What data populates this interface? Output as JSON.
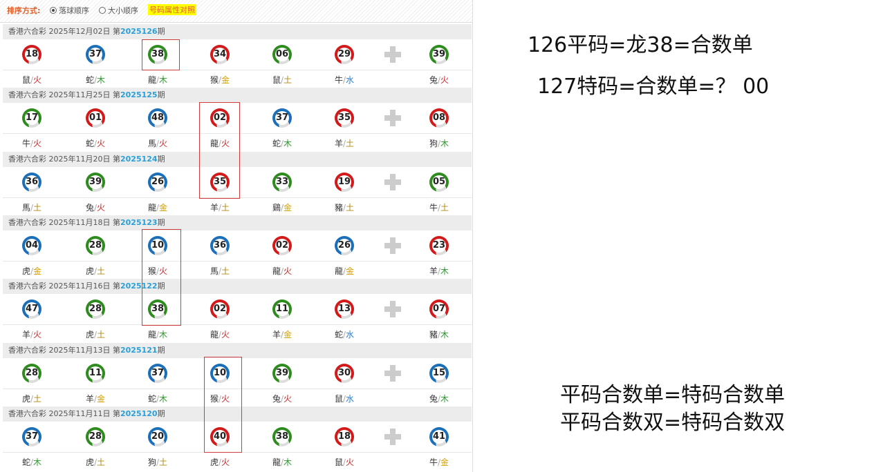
{
  "sortbar": {
    "label": "排序方式:",
    "opt1": "落球顺序",
    "opt2": "大小顺序",
    "attr_link": "号码属性对照"
  },
  "colors": {
    "火": "#d02020",
    "木": "#2e9a2e",
    "金": "#d4a000",
    "土": "#b08a10",
    "水": "#2a7fd0"
  },
  "draws": [
    {
      "prefix": "香港六合彩 2025年12月02日 第",
      "issue": "2025126",
      "suffix": "期",
      "balls": [
        [
          "18",
          "red",
          "鼠",
          "火"
        ],
        [
          "37",
          "blue",
          "蛇",
          "木"
        ],
        [
          "38",
          "green",
          "龍",
          "木"
        ],
        [
          "34",
          "red",
          "猴",
          "金"
        ],
        [
          "06",
          "green",
          "鼠",
          "土"
        ],
        [
          "29",
          "red",
          "牛",
          "水"
        ],
        [
          "39",
          "green",
          "兔",
          "火"
        ]
      ]
    },
    {
      "prefix": "香港六合彩 2025年11月25日 第",
      "issue": "2025125",
      "suffix": "期",
      "balls": [
        [
          "17",
          "green",
          "牛",
          "火"
        ],
        [
          "01",
          "red",
          "蛇",
          "火"
        ],
        [
          "48",
          "blue",
          "馬",
          "火"
        ],
        [
          "02",
          "red",
          "龍",
          "火"
        ],
        [
          "37",
          "blue",
          "蛇",
          "木"
        ],
        [
          "35",
          "red",
          "羊",
          "土"
        ],
        [
          "08",
          "red",
          "狗",
          "木"
        ]
      ]
    },
    {
      "prefix": "香港六合彩 2025年11月20日 第",
      "issue": "2025124",
      "suffix": "期",
      "balls": [
        [
          "36",
          "blue",
          "馬",
          "土"
        ],
        [
          "39",
          "green",
          "兔",
          "火"
        ],
        [
          "26",
          "blue",
          "龍",
          "金"
        ],
        [
          "35",
          "red",
          "羊",
          "土"
        ],
        [
          "33",
          "green",
          "鷄",
          "金"
        ],
        [
          "19",
          "red",
          "豬",
          "土"
        ],
        [
          "05",
          "green",
          "牛",
          "土"
        ]
      ]
    },
    {
      "prefix": "香港六合彩 2025年11月18日 第",
      "issue": "2025123",
      "suffix": "期",
      "balls": [
        [
          "04",
          "blue",
          "虎",
          "金"
        ],
        [
          "28",
          "green",
          "虎",
          "土"
        ],
        [
          "10",
          "blue",
          "猴",
          "火"
        ],
        [
          "36",
          "blue",
          "馬",
          "土"
        ],
        [
          "02",
          "red",
          "龍",
          "火"
        ],
        [
          "26",
          "blue",
          "龍",
          "金"
        ],
        [
          "23",
          "red",
          "羊",
          "木"
        ]
      ]
    },
    {
      "prefix": "香港六合彩 2025年11月16日 第",
      "issue": "2025122",
      "suffix": "期",
      "balls": [
        [
          "47",
          "blue",
          "羊",
          "火"
        ],
        [
          "28",
          "green",
          "虎",
          "土"
        ],
        [
          "38",
          "green",
          "龍",
          "木"
        ],
        [
          "02",
          "red",
          "龍",
          "火"
        ],
        [
          "11",
          "green",
          "羊",
          "金"
        ],
        [
          "13",
          "red",
          "蛇",
          "水"
        ],
        [
          "07",
          "red",
          "豬",
          "木"
        ]
      ]
    },
    {
      "prefix": "香港六合彩 2025年11月13日 第",
      "issue": "2025121",
      "suffix": "期",
      "balls": [
        [
          "28",
          "green",
          "虎",
          "土"
        ],
        [
          "11",
          "green",
          "羊",
          "金"
        ],
        [
          "37",
          "blue",
          "蛇",
          "木"
        ],
        [
          "10",
          "blue",
          "猴",
          "火"
        ],
        [
          "39",
          "green",
          "兔",
          "火"
        ],
        [
          "30",
          "red",
          "鼠",
          "水"
        ],
        [
          "15",
          "blue",
          "兔",
          "木"
        ]
      ]
    },
    {
      "prefix": "香港六合彩 2025年11月11日 第",
      "issue": "2025120",
      "suffix": "期",
      "balls": [
        [
          "37",
          "blue",
          "蛇",
          "木"
        ],
        [
          "28",
          "green",
          "虎",
          "土"
        ],
        [
          "20",
          "blue",
          "狗",
          "土"
        ],
        [
          "40",
          "red",
          "虎",
          "火"
        ],
        [
          "38",
          "green",
          "龍",
          "木"
        ],
        [
          "18",
          "red",
          "鼠",
          "火"
        ],
        [
          "41",
          "blue",
          "牛",
          "金"
        ]
      ]
    }
  ],
  "notes": {
    "line1": "126平码=龙38=合数单",
    "line2": "127特码=合数单=？ 00",
    "line3": "平码合数单=特码合数单",
    "line4": "平码合数双=特码合数双"
  }
}
